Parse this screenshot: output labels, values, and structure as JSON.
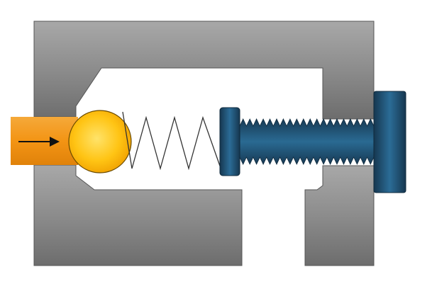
{
  "diagram": {
    "subject": "check-valve-cross-section",
    "flow_direction": "right",
    "components": {
      "valve_body": {
        "color": "#8a8a8a"
      },
      "inlet_pipe": {
        "color": "#f39a1a"
      },
      "ball": {
        "color": "#ffc21a"
      },
      "spring": {
        "color": "#444444",
        "coils": 4
      },
      "adjuster_screw": {
        "color": "#1f4d6e"
      }
    }
  }
}
